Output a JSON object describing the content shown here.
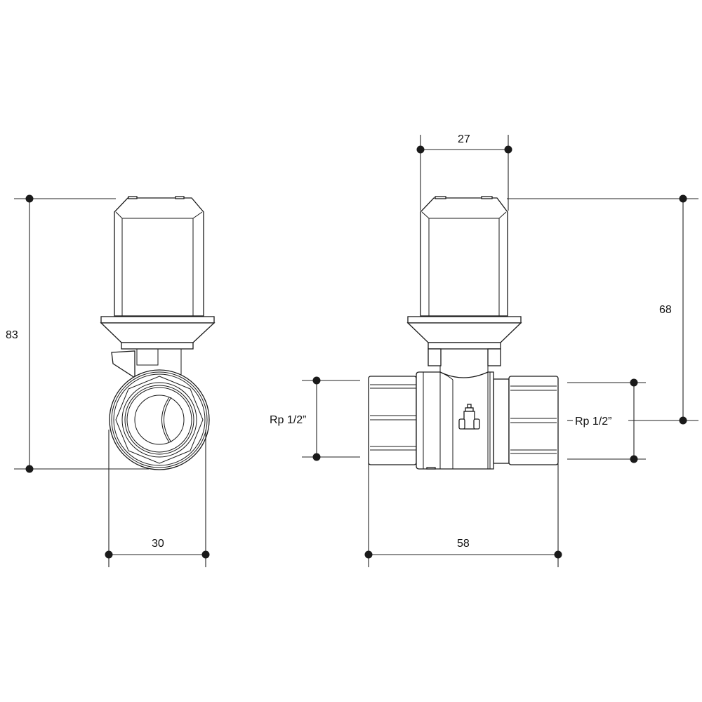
{
  "dimensions": {
    "height_total": "83",
    "width_side": "30",
    "actuator_width": "27",
    "actuator_height": "68",
    "thread_left": "Rp 1/2”",
    "thread_right": "Rp 1/2”",
    "length": "58"
  }
}
